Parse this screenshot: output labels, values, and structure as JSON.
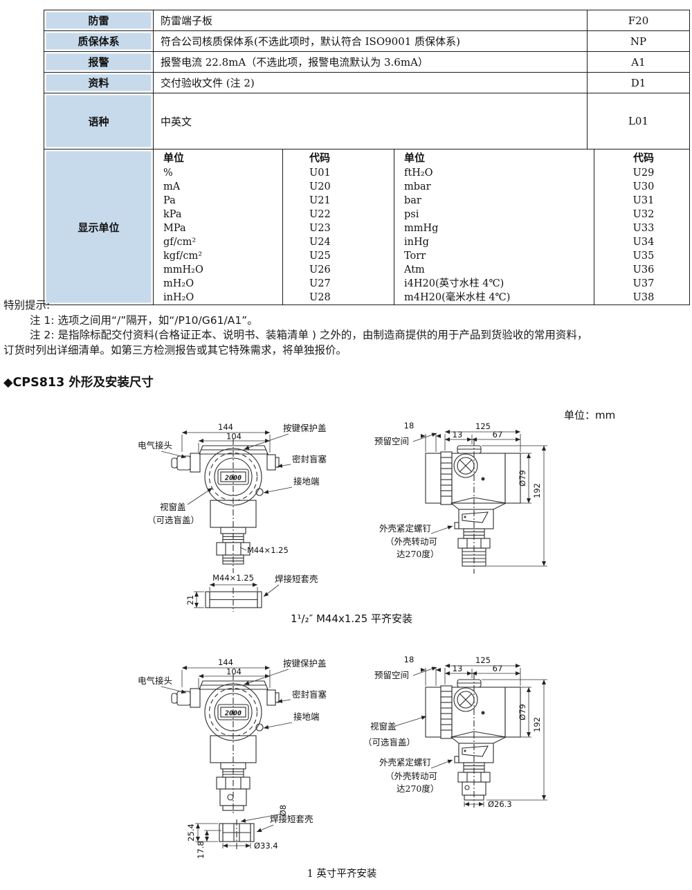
{
  "options_table": {
    "rows": [
      {
        "category": "防雷",
        "description": "防雷端子板",
        "code": "F20"
      },
      {
        "category": "质保体系",
        "description": "符合公司核质保体系(不选此项时，默认符合 ISO9001 质保体系)",
        "code": "NP"
      },
      {
        "category": "报警",
        "description": "报警电流 22.8mA（不选此项，报警电流默认为 3.6mA）",
        "code": "A1"
      },
      {
        "category": "资料",
        "description": "交付验收文件 (注 2)",
        "code": "D1"
      },
      {
        "category": "语种",
        "description": "中英文",
        "code": "L01"
      }
    ],
    "units": {
      "category": "显示单位",
      "col_headers": [
        "单位",
        "代码",
        "单位",
        "代码"
      ],
      "rows": [
        [
          "%",
          "U01",
          "ftH₂O",
          "U29"
        ],
        [
          "mA",
          "U20",
          "mbar",
          "U30"
        ],
        [
          "Pa",
          "U21",
          "bar",
          "U31"
        ],
        [
          "kPa",
          "U22",
          "psi",
          "U32"
        ],
        [
          "MPa",
          "U23",
          "mmHg",
          "U33"
        ],
        [
          "gf/cm²",
          "U24",
          "inHg",
          "U34"
        ],
        [
          "kgf/cm²",
          "U25",
          "Torr",
          "U35"
        ],
        [
          "mmH₂O",
          "U26",
          "Atm",
          "U36"
        ],
        [
          "mH₂O",
          "U27",
          "i4H20(英寸水柱 4℃)",
          "U37"
        ],
        [
          "inH₂O",
          "U28",
          "m4H20(毫米水柱 4℃)",
          "U38"
        ]
      ]
    }
  },
  "notes": {
    "heading": "特别提示:",
    "note1": "注 1: 选项之间用“/”隔开，如“/P10/G61/A1”。",
    "note2_line1": "注 2: 是指除标配交付资料(合格证正本、说明书、装箱清单 ) 之外的，由制造商提供的用于产品到货验收的常用资料，",
    "note2_line2": "订货时列出详细清单。如第三方检测报告或其它特殊需求，将单独报价。"
  },
  "section_title": "◆CPS813 外形及安装尺寸",
  "unit_note": "单位：mm",
  "captions": {
    "mount1": "1¹/₂″ M44x1.25 平齐安装",
    "mount2": "1 英寸平齐安装"
  },
  "front_view": {
    "dim_144": "144",
    "dim_104": "104",
    "label_key_cover": "按键保护盖",
    "label_electrical": "电气接头",
    "label_seal_plug": "密封盲塞",
    "label_ground": "接地端",
    "label_window_cover": "视窗盖",
    "label_window_cover2": "（可选盲盖）",
    "display_value": "2000",
    "thread_label": "M44×1.25"
  },
  "sleeve1": {
    "dim_thread": "M44×1.25",
    "dim_height": "21",
    "label": "焊接短套壳"
  },
  "sleeve2": {
    "dim_bore": "Ø8",
    "dim_h1": "25.4",
    "dim_h2": "17.8",
    "dim_od": "Ø33.4",
    "label": "焊接短套壳"
  },
  "side_view": {
    "dim_18": "18",
    "dim_125": "125",
    "dim_13": "13",
    "dim_67": "67",
    "label_reserved": "预留空间",
    "dim_d79": "Ø79",
    "dim_192": "192",
    "label_screw1": "外壳紧定螺钉",
    "label_screw2": "（外壳转动可",
    "label_screw3": "达270度）",
    "label_window1": "视窗盖",
    "label_window2": "（可选盲盖）",
    "dim_d26": "Ø26.3"
  }
}
